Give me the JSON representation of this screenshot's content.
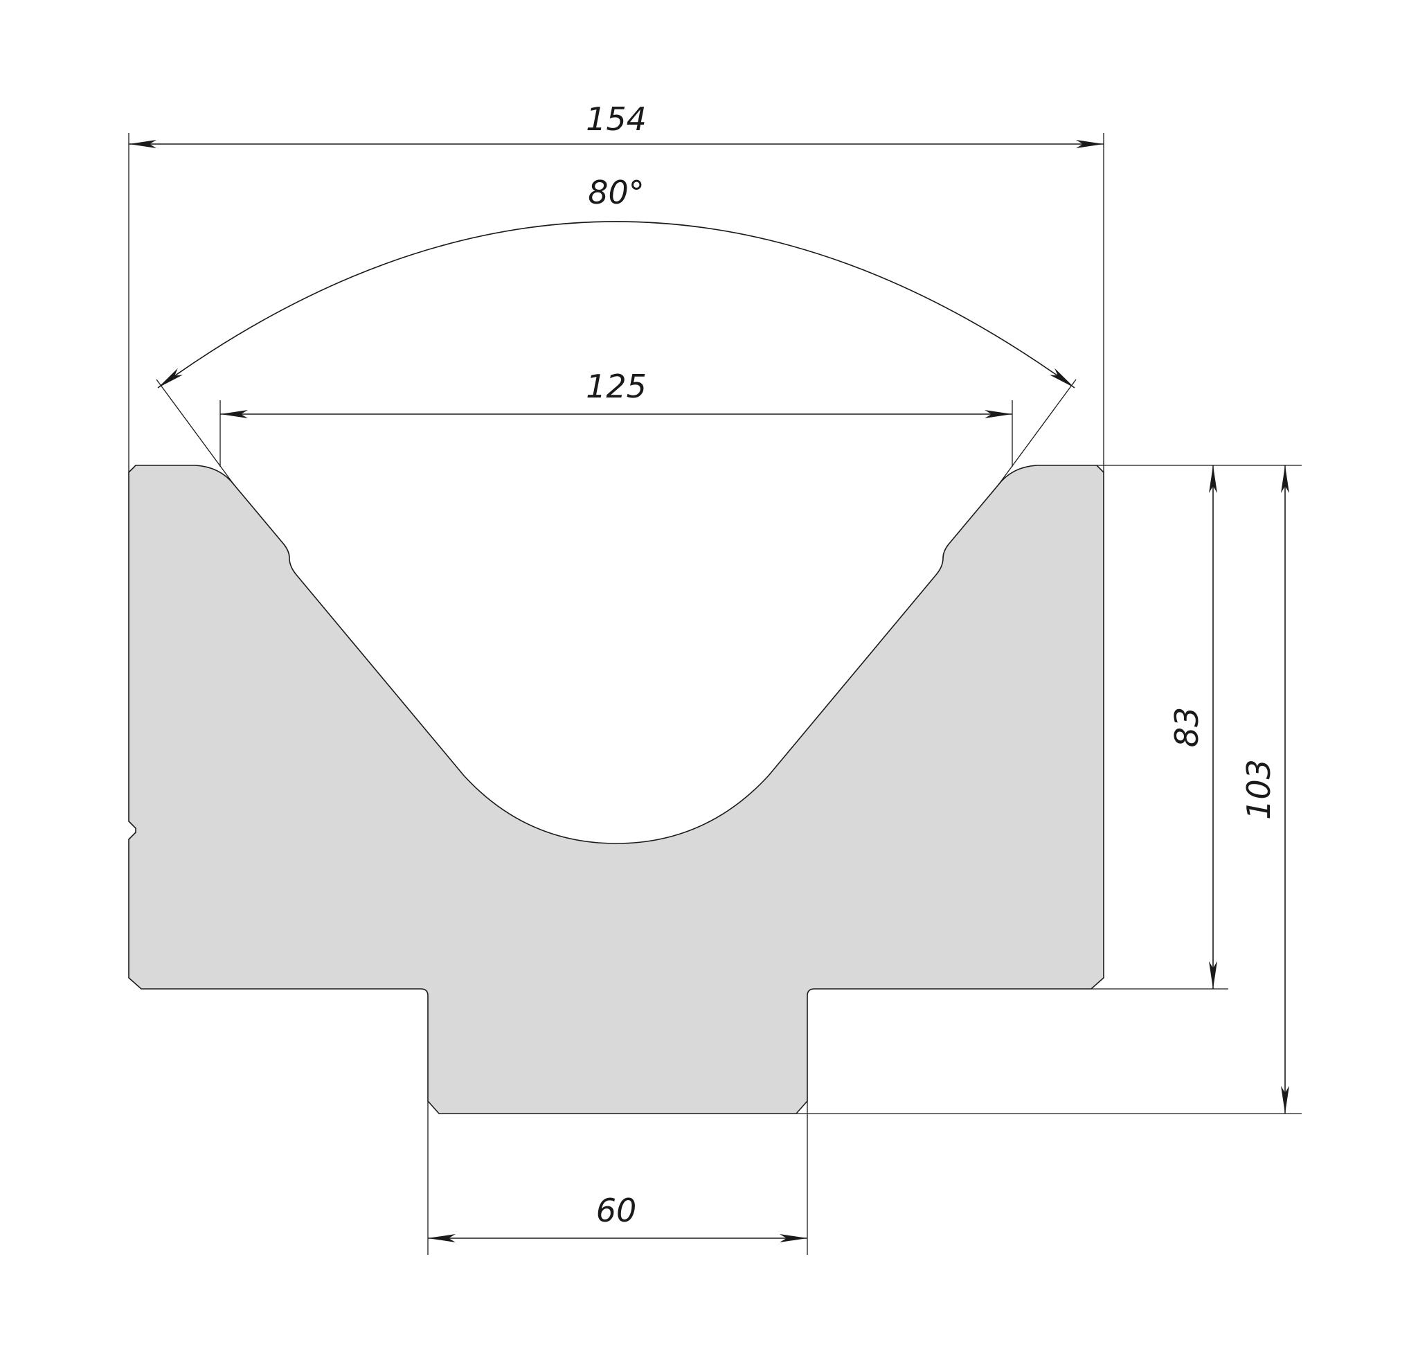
{
  "drawing": {
    "profile_fill": "#d9d9d9",
    "line_color": "#1a1a1a",
    "dimensions": {
      "overall_width": "154",
      "v_angle": "80°",
      "opening_width": "125",
      "tang_width": "60",
      "body_height": "83",
      "total_height": "103"
    }
  }
}
